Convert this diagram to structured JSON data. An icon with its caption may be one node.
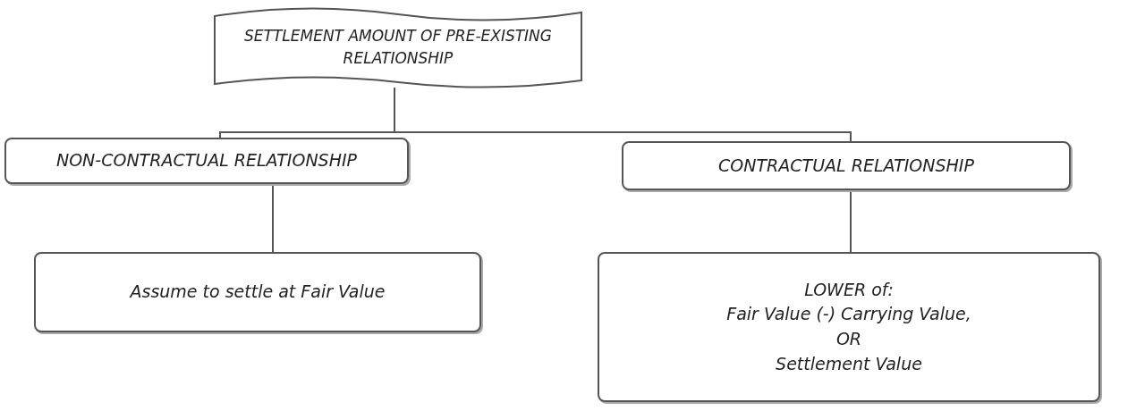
{
  "diagram": {
    "nodes": [
      {
        "text": [
          "SETTLEMENT AMOUNT OF PRE-EXISTING RELATIONSHIP"
        ]
      },
      {
        "text": [
          "NON-CONTRACTUAL RELATIONSHIP"
        ]
      },
      {
        "text": [
          "CONTRACTUAL RELATIONSHIP"
        ]
      },
      {
        "text": [
          "Assume to settle at Fair Value"
        ]
      },
      {
        "text": [
          "LOWER of:",
          "Fair Value (-) Carrying Value,",
          "OR",
          "Settlement Value"
        ]
      }
    ],
    "edges": [
      {
        "from": 0,
        "to": 1,
        "arrow": "none"
      },
      {
        "from": 0,
        "to": 2,
        "arrow": "none"
      },
      {
        "from": 1,
        "to": 3,
        "arrow": "none"
      },
      {
        "from": 2,
        "to": 4,
        "arrow": "none"
      }
    ]
  }
}
